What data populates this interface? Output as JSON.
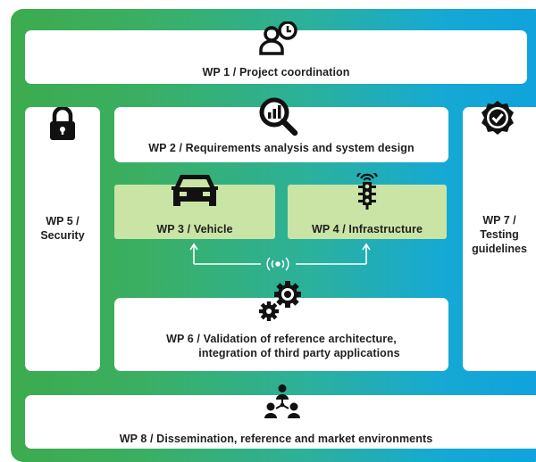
{
  "wp1": {
    "label": "WP 1 / Project coordination",
    "icon": "person-clock-icon"
  },
  "wp2": {
    "label": "WP 2 / Requirements analysis and system design",
    "icon": "magnifier-chart-icon"
  },
  "wp3": {
    "label": "WP 3 / Vehicle",
    "icon": "car-icon"
  },
  "wp4": {
    "label": "WP 4 / Infrastructure",
    "icon": "traffic-light-icon"
  },
  "wp5": {
    "line1": "WP 5 /",
    "line2": "Security",
    "icon": "padlock-icon"
  },
  "wp6": {
    "line1": "WP 6 / Validation of reference architecture,",
    "line2": "integration of third party applications",
    "icon": "gears-icon"
  },
  "wp7": {
    "line1": "WP 7 /",
    "line2": "Testing",
    "line3": "guidelines",
    "icon": "checkmark-badge-icon"
  },
  "wp8": {
    "label": "WP 8 / Dissemination, reference and market environments",
    "icon": "people-network-icon"
  },
  "connector": {
    "icon": "wireless-signal-icon"
  },
  "colors": {
    "gradient_start": "#3dab4e",
    "gradient_end": "#0fa2de",
    "highlight_box": "#c9e4a5",
    "text": "#1f1f1f"
  }
}
